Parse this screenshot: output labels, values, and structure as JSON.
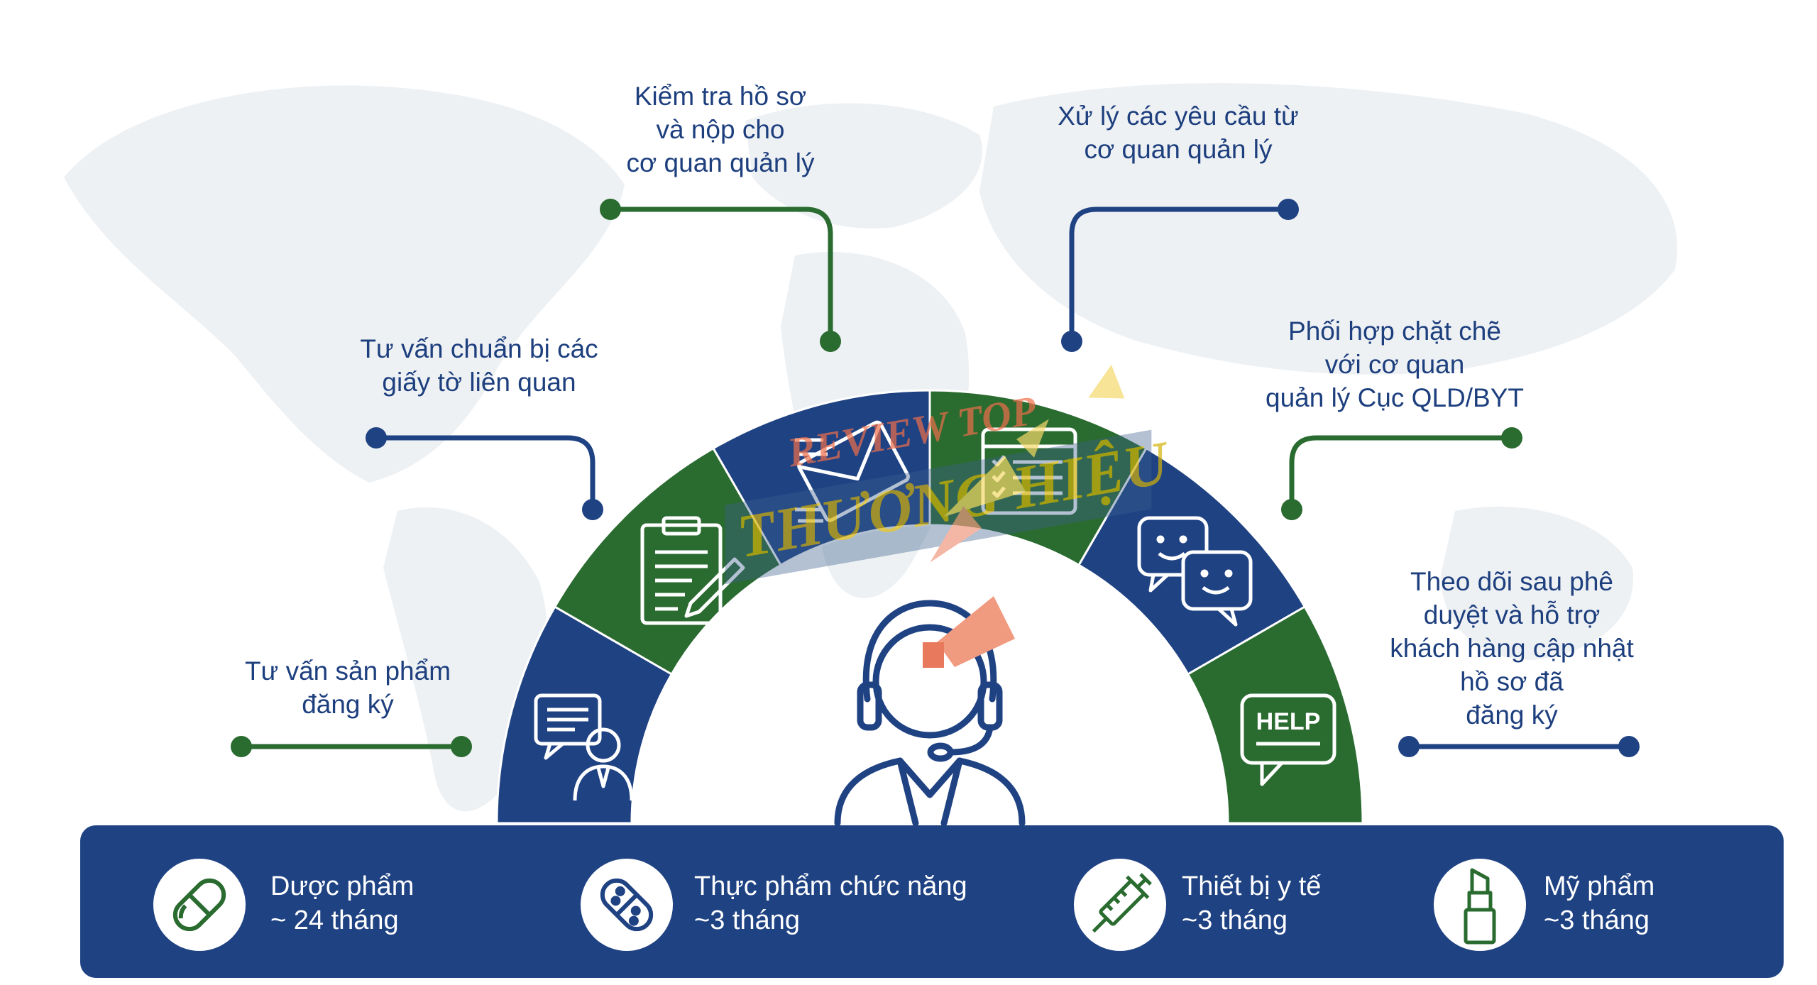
{
  "steps": [
    {
      "id": "consult-product",
      "lines": [
        "Tư vấn sản phẩm",
        "đăng ký"
      ]
    },
    {
      "id": "consult-documents",
      "lines": [
        "Tư vấn chuẩn bị các",
        "giấy tờ liên quan"
      ]
    },
    {
      "id": "check-submit",
      "lines": [
        "Kiểm tra hồ sơ",
        "và nộp cho",
        "cơ quan quản lý"
      ]
    },
    {
      "id": "handle-requests",
      "lines": [
        "Xử lý các yêu cầu từ",
        "cơ quan quản lý"
      ]
    },
    {
      "id": "coordinate",
      "lines": [
        "Phối hợp chặt chẽ",
        "với cơ quan",
        "quản lý Cục QLD/BYT"
      ]
    },
    {
      "id": "follow-up",
      "lines": [
        "Theo dõi sau phê",
        "duyệt và hỗ trợ",
        "khách hàng cập nhật",
        "hồ sơ đã",
        "đăng ký"
      ]
    }
  ],
  "help_text": "HELP",
  "watermark": {
    "line1": "REVIEW TOP",
    "line2": "THƯƠNG HIỆU"
  },
  "categories": [
    {
      "id": "pharma",
      "name": "Dược phẩm",
      "duration": "~ 24 tháng",
      "icon": "pill-icon"
    },
    {
      "id": "food",
      "name": "Thực phẩm chức năng",
      "duration": "~3 tháng",
      "icon": "supplement-capsule-icon"
    },
    {
      "id": "device",
      "name": "Thiết bị y tế",
      "duration": "~3 tháng",
      "icon": "syringe-icon"
    },
    {
      "id": "cosmetic",
      "name": "Mỹ phẩm",
      "duration": "~3 tháng",
      "icon": "lipstick-icon"
    }
  ],
  "colors": {
    "navy": "#1f4283",
    "green": "#2a6b30",
    "text": "#1d3f7e",
    "white": "#ffffff"
  }
}
